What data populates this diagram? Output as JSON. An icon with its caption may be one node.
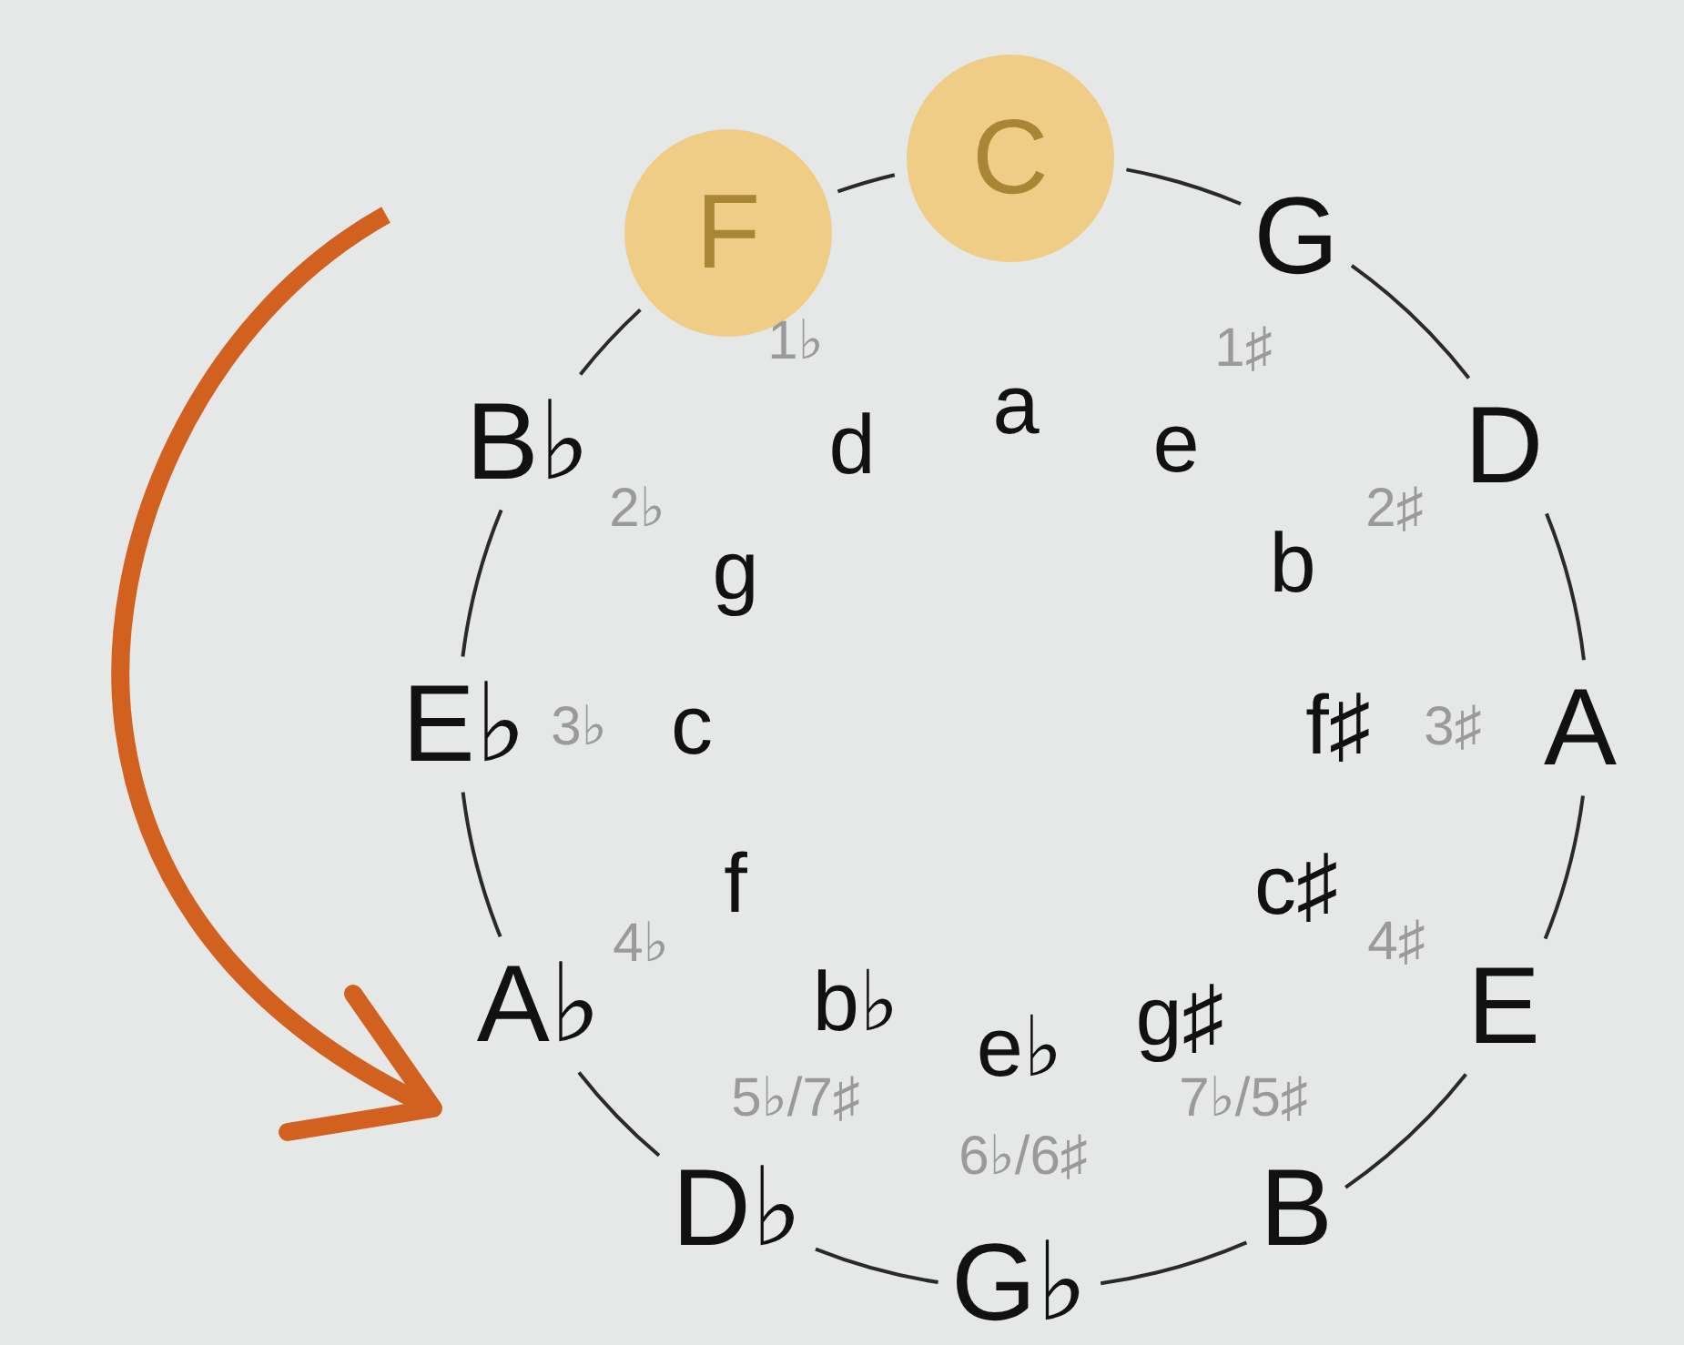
{
  "diagram": {
    "nodes": [
      {
        "text": [
          "C"
        ],
        "beside": [
          "a"
        ]
      },
      {
        "text": [
          "G"
        ],
        "beside": [
          "1♯",
          "e"
        ]
      },
      {
        "text": [
          "D"
        ],
        "beside": [
          "2♯",
          "b"
        ]
      },
      {
        "text": [
          "A"
        ],
        "beside": [
          "3♯",
          "f♯"
        ]
      },
      {
        "text": [
          "E"
        ],
        "beside": [
          "4♯",
          "c♯"
        ]
      },
      {
        "text": [
          "B"
        ],
        "beside": [
          "7♭/5♯",
          "g♯"
        ]
      },
      {
        "text": [
          "G♭"
        ],
        "beside": [
          "6♭/6♯",
          "e♭"
        ]
      },
      {
        "text": [
          "D♭"
        ],
        "beside": [
          "5♭/7♯",
          "b♭"
        ]
      },
      {
        "text": [
          "A♭"
        ],
        "beside": [
          "4♭",
          "f"
        ]
      },
      {
        "text": [
          "E♭"
        ],
        "beside": [
          "3♭",
          "c"
        ]
      },
      {
        "text": [
          "B♭"
        ],
        "beside": [
          "2♭",
          "g"
        ]
      },
      {
        "text": [
          "F"
        ],
        "beside": [
          "1♭",
          "d"
        ]
      }
    ],
    "edges": [
      {
        "from": 0,
        "to": 1,
        "arrow": "none"
      },
      {
        "from": 1,
        "to": 2,
        "arrow": "none"
      },
      {
        "from": 2,
        "to": 3,
        "arrow": "none"
      },
      {
        "from": 3,
        "to": 4,
        "arrow": "none"
      },
      {
        "from": 4,
        "to": 5,
        "arrow": "none"
      },
      {
        "from": 5,
        "to": 6,
        "arrow": "none"
      },
      {
        "from": 6,
        "to": 7,
        "arrow": "none"
      },
      {
        "from": 7,
        "to": 8,
        "arrow": "none"
      },
      {
        "from": 8,
        "to": 9,
        "arrow": "none"
      },
      {
        "from": 9,
        "to": 10,
        "arrow": "none"
      },
      {
        "from": 10,
        "to": 11,
        "arrow": "none"
      },
      {
        "from": 11,
        "to": 0,
        "arrow": "none"
      }
    ]
  }
}
